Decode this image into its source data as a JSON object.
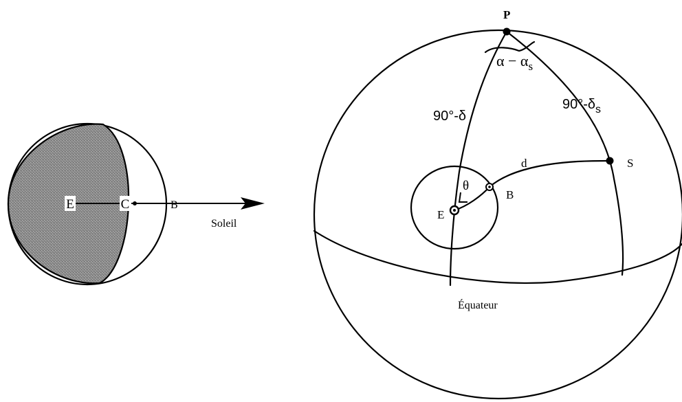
{
  "left_diagram": {
    "label_E": "E",
    "label_C": "C",
    "label_B": "B",
    "label_sun": "Soleil"
  },
  "right_diagram": {
    "label_P": "P",
    "label_alpha": "α − α",
    "label_alpha_sub": "s",
    "label_90_delta": "90°-δ",
    "label_90_delta_s": "90°-δ",
    "label_delta_s_sub": "s",
    "label_d": "d",
    "label_S": "S",
    "label_theta": "θ",
    "label_B": "B",
    "label_E": "E",
    "label_equator": "Équateur"
  }
}
